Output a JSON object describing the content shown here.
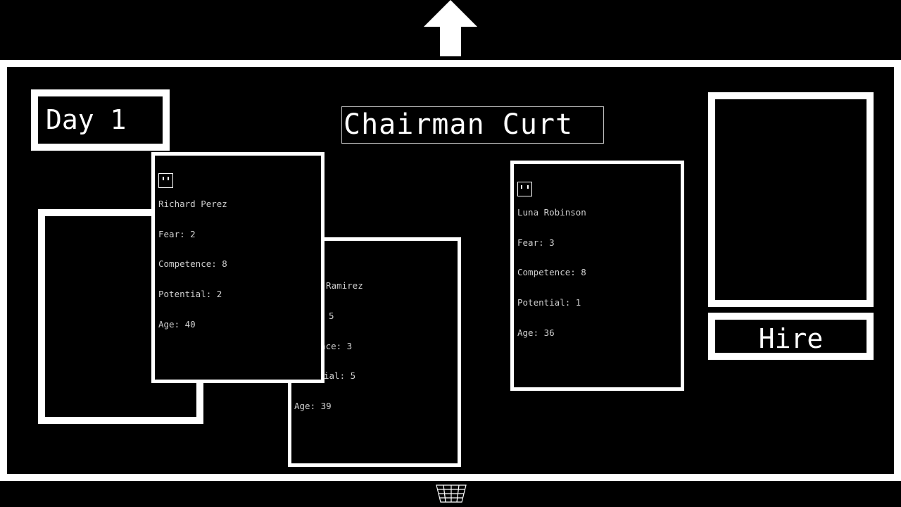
{
  "hud": {
    "day_label": "Day 1",
    "character_name": "Chairman Curt",
    "hire_label": "Hire"
  },
  "cards": {
    "perez": {
      "name": "Richard Perez",
      "fear": "Fear: 2",
      "competence": "Competence: 8",
      "potential": "Potential: 2",
      "age": "Age: 40"
    },
    "ramirez": {
      "name": "l Ramirez",
      "fear": "5",
      "competence": "tence: 3",
      "potential": "ial: 5",
      "age": "Age: 39"
    },
    "robinson": {
      "name": "Luna Robinson",
      "fear": "Fear: 3",
      "competence": "Competence: 8",
      "potential": "Potential: 1",
      "age": "Age: 36"
    }
  },
  "icons": {
    "top": "up-arrow-icon",
    "bottom": "trash-bin-icon",
    "portrait": "face-icon"
  },
  "colors": {
    "background": "#000000",
    "foreground": "#ffffff",
    "stat_text": "#cfcfcf"
  }
}
